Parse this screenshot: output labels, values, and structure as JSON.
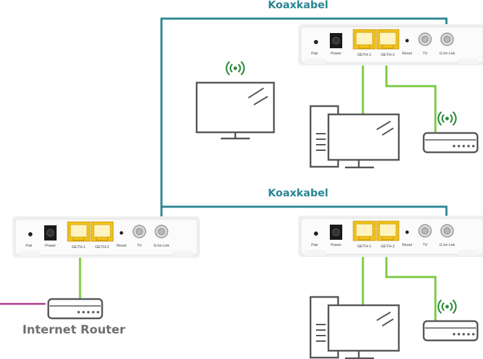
{
  "labels": {
    "coax_top": "Koaxkabel",
    "coax_middle": "Koaxkabel",
    "internet_router": "Internet Router"
  },
  "device_ports": {
    "pair": "Pair",
    "power": "Power",
    "geth1": "GETH-1",
    "geth2": "GETH-2",
    "reset": "Reset",
    "tv": "TV",
    "coax_in": "G.hn-Lek"
  },
  "colors": {
    "coax_cable": "#2a8694",
    "ethernet_cable": "#7ac943",
    "internet_cable": "#b0338c",
    "wifi": "#2e8b3a",
    "icon_stroke": "#555555",
    "label_coax": "#2a8694",
    "label_router": "#707070",
    "ethernet_port": "#f2c21b"
  },
  "icons": {
    "wifi": "wifi-signal-icon",
    "monitor": "tv-monitor-icon",
    "desktop": "desktop-computer-icon",
    "router": "network-router-icon"
  }
}
